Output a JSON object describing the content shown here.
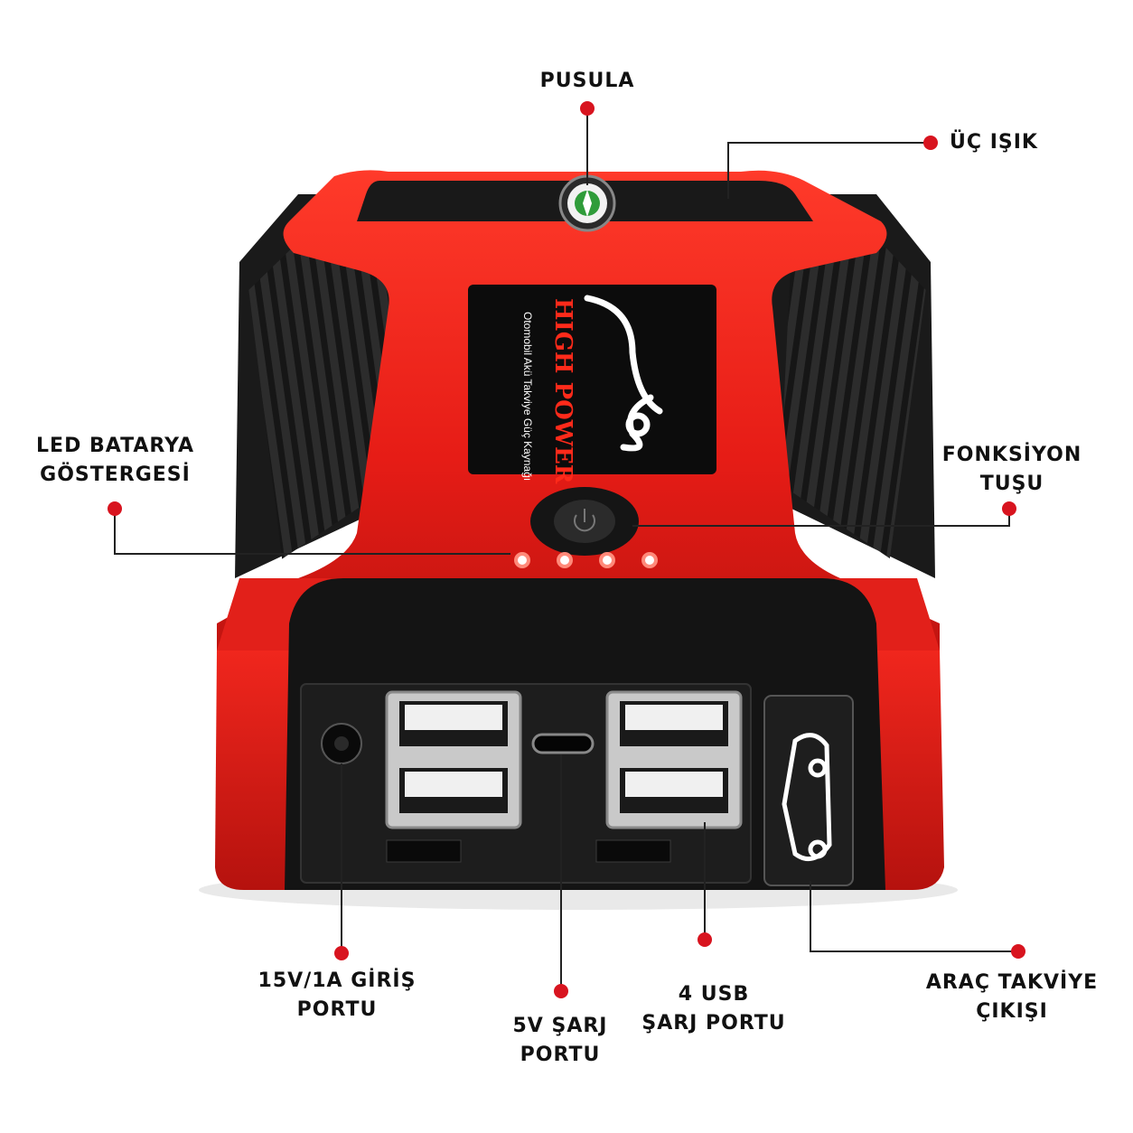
{
  "callouts": {
    "compass": "PUSULA",
    "triple_light": "ÜÇ IŞIK",
    "led_indicator_line1": "LED BATARYA",
    "led_indicator_line2": "GÖSTERGESİ",
    "function_button_line1": "FONKSİYON",
    "function_button_line2": "TUŞU",
    "input_port_line1": "15V/1A GİRİŞ",
    "input_port_line2": "PORTU",
    "charge_port_line1": "5V ŞARJ",
    "charge_port_line2": "PORTU",
    "usb_port_line1": "4 USB",
    "usb_port_line2": "ŞARJ PORTU",
    "jump_output_line1": "ARAÇ TAKVİYE",
    "jump_output_line2": "ÇIKIŞI"
  },
  "device": {
    "brand": "HIGH POWER",
    "subtitle": "Otomobil Akü Takviye Güç Kaynağı",
    "led_count": 4
  },
  "colors": {
    "body_red": "#e8201c",
    "rubber_black": "#1b1b1b",
    "accent_dot": "#d8141f"
  }
}
